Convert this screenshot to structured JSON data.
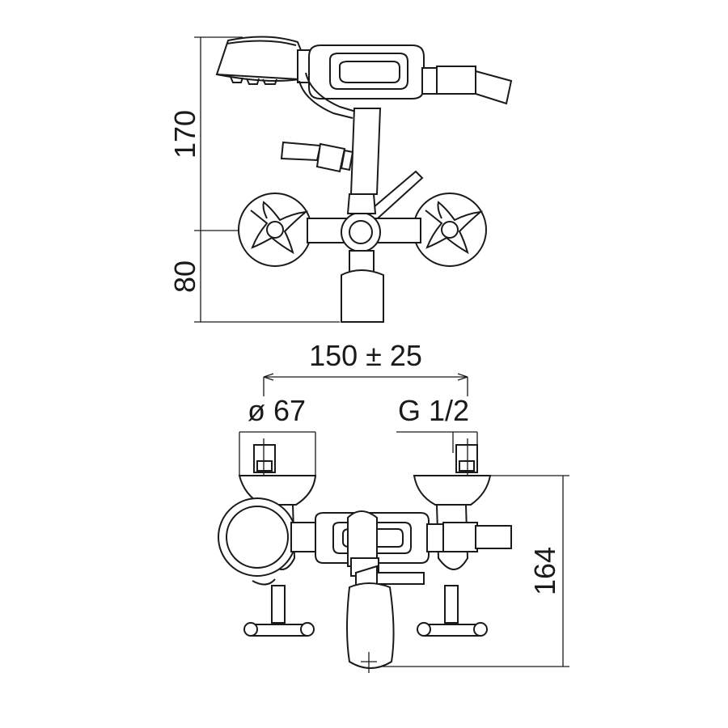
{
  "dimensions": {
    "side_height_upper": "170",
    "side_height_lower": "80",
    "centre_distance": "150 ± 25",
    "flange_diameter": "ø 67",
    "thread": "G 1/2",
    "front_height": "164"
  }
}
